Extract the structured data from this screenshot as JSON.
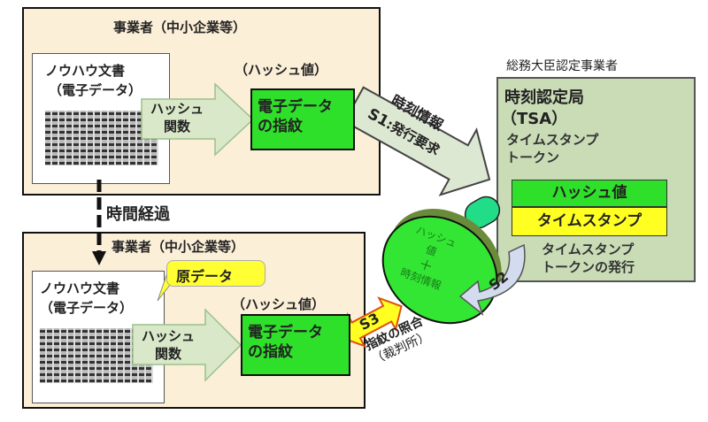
{
  "top_business": {
    "title": "事業者（中小企業等）",
    "doc_title": "ノウハウ文書",
    "doc_subtitle": "（電子データ）",
    "hash_label": "（ハッシュ値）",
    "hash_function": [
      "ハッシュ",
      "関数"
    ],
    "fingerprint": [
      "電子データ",
      "の指紋"
    ]
  },
  "time_elapsed": "時間経過",
  "bottom_business": {
    "title": "事業者（中小企業等）",
    "doc_title": "ノウハウ文書",
    "doc_subtitle": "（電子データ）",
    "original_data_callout": "原データ",
    "hash_label": "（ハッシュ値）",
    "hash_function": [
      "ハッシュ",
      "関数"
    ],
    "fingerprint": [
      "電子データ",
      "の指紋"
    ]
  },
  "s1": {
    "top": "時刻情報",
    "label": "S1",
    "text": ":発行要求"
  },
  "tsa": {
    "operator": "総務大臣認定事業者",
    "title": "時刻認定局",
    "abbr": "（TSA）",
    "token": [
      "タイムスタンプ",
      "トークン"
    ],
    "hash_value": "ハッシュ値",
    "timestamp": "タイムスタンプ",
    "issue": [
      "タイムスタンプ",
      "トークンの発行"
    ]
  },
  "stamp": {
    "line1": "ハッシュ",
    "line2": "値",
    "plus": "＋",
    "line3": "時刻情報"
  },
  "s2": {
    "label": "S2"
  },
  "s3": {
    "label": "S3",
    "text": "指紋の照合",
    "sub": "（裁判所）"
  },
  "colors": {
    "beige": "#fcefd8",
    "green": "#2fe02a",
    "yellow": "#ffff22",
    "tsa_bg": "#c9dcb6",
    "arrow": "#d8e8c8"
  }
}
